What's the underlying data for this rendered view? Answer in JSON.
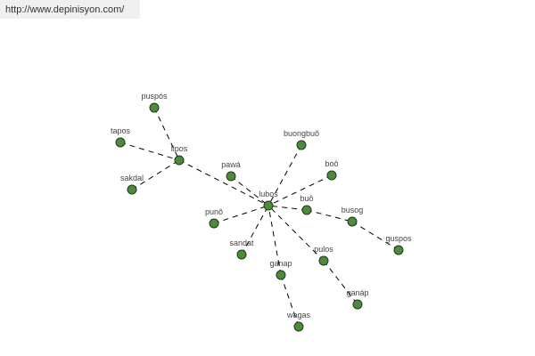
{
  "url": "http://www.depinisyon.com/",
  "colors": {
    "node_fill": "#4e8a3e",
    "node_stroke": "#1e3a16",
    "edge": "#000000"
  },
  "nodes": [
    "puspós",
    "tapos",
    "lipos",
    "sakdal",
    "pawá",
    "lubos",
    "punô",
    "sandat",
    "ganap",
    "wagas",
    "buongbuô",
    "boô",
    "buô",
    "busog",
    "guspos",
    "pulos",
    "ganáp"
  ],
  "edges": [
    [
      "puspós",
      "lipos"
    ],
    [
      "tapos",
      "lipos"
    ],
    [
      "sakdal",
      "lipos"
    ],
    [
      "lipos",
      "lubos"
    ],
    [
      "pawá",
      "lubos"
    ],
    [
      "punô",
      "lubos"
    ],
    [
      "sandat",
      "lubos"
    ],
    [
      "ganap",
      "lubos"
    ],
    [
      "pulos",
      "lubos"
    ],
    [
      "buô",
      "lubos"
    ],
    [
      "boô",
      "lubos"
    ],
    [
      "buongbuô",
      "lubos"
    ],
    [
      "buô",
      "busog"
    ],
    [
      "busog",
      "guspos"
    ],
    [
      "pulos",
      "ganáp"
    ],
    [
      "ganap",
      "wagas"
    ]
  ]
}
